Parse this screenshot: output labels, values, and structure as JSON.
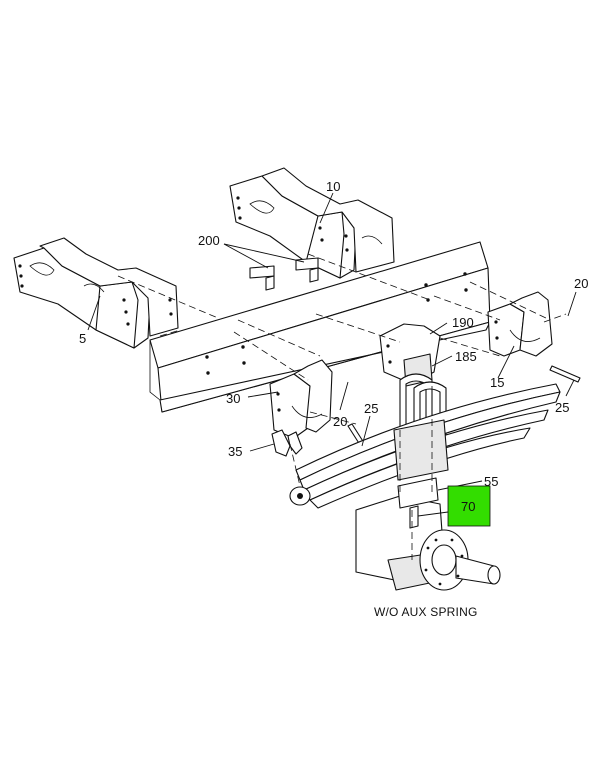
{
  "diagram": {
    "caption": "W/O AUX SPRING",
    "highlight_color": "#33dd00",
    "callouts": {
      "c10": "10",
      "c200": "200",
      "c5": "5",
      "c20a": "20",
      "c190": "190",
      "c185": "185",
      "c15": "15",
      "c25a": "25",
      "c30": "30",
      "c20b": "20",
      "c25b": "25",
      "c35": "35",
      "c55": "55",
      "c70": "70"
    }
  }
}
